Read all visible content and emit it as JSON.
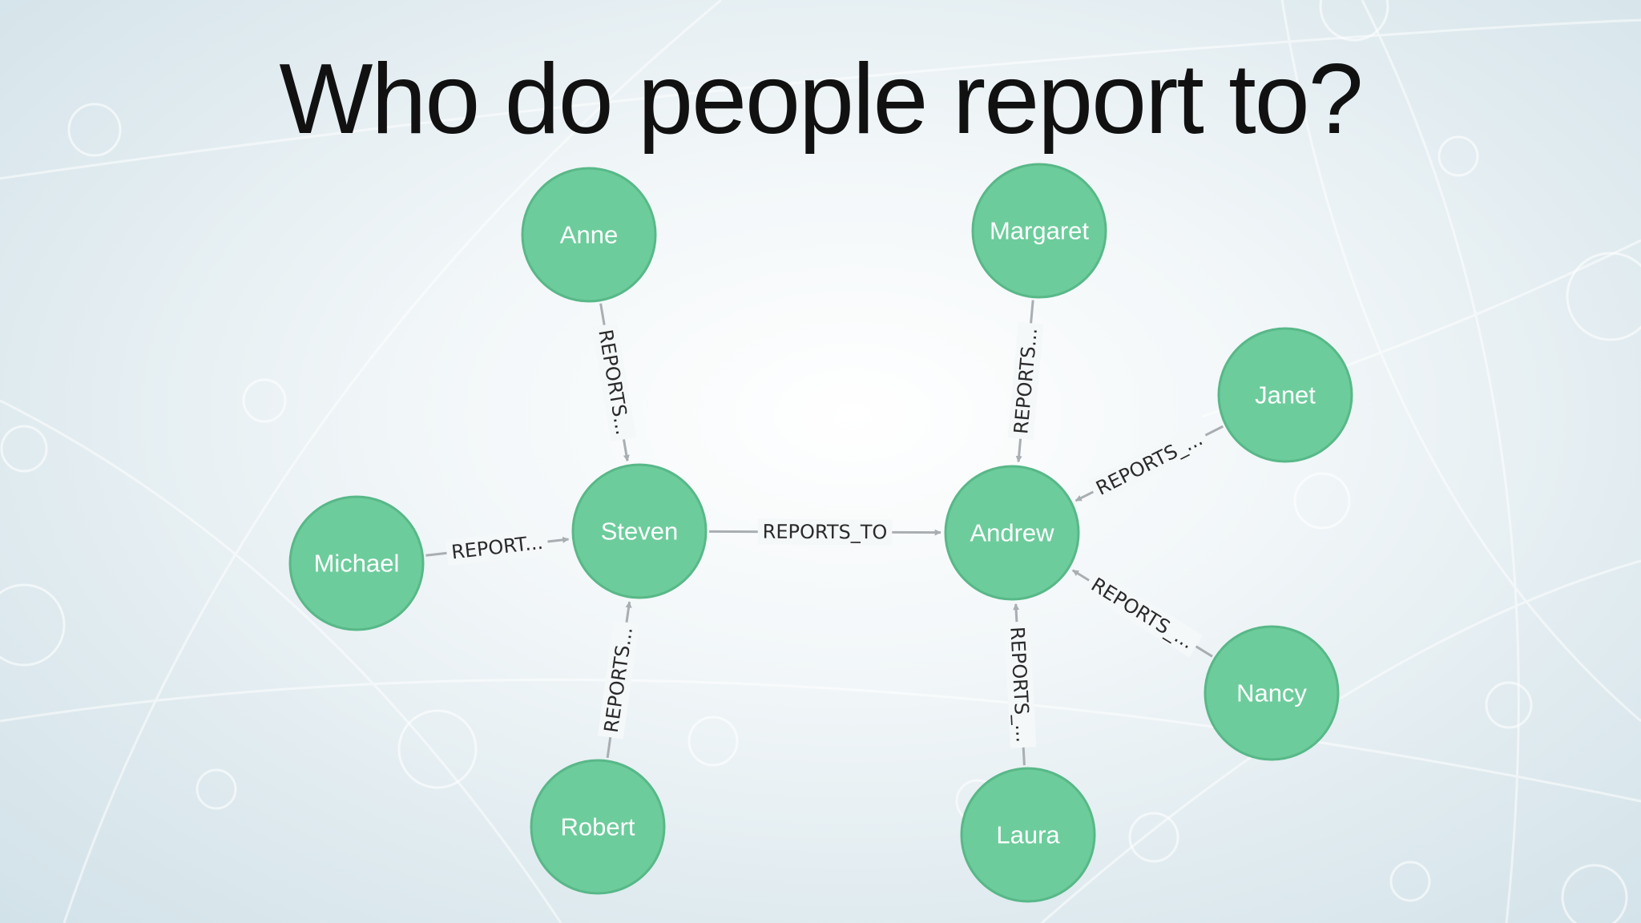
{
  "title": "Who do people report to?",
  "colors": {
    "node_fill": "#6dcc9c",
    "node_stroke": "#58b888",
    "edge": "#a9aeb2",
    "title": "#111111"
  },
  "nodes": [
    {
      "id": "anne",
      "label": "Anne"
    },
    {
      "id": "margaret",
      "label": "Margaret"
    },
    {
      "id": "janet",
      "label": "Janet"
    },
    {
      "id": "michael",
      "label": "Michael"
    },
    {
      "id": "steven",
      "label": "Steven"
    },
    {
      "id": "andrew",
      "label": "Andrew"
    },
    {
      "id": "robert",
      "label": "Robert"
    },
    {
      "id": "laura",
      "label": "Laura"
    },
    {
      "id": "nancy",
      "label": "Nancy"
    }
  ],
  "edges": [
    {
      "from": "anne",
      "to": "steven",
      "label": "REPORTS..."
    },
    {
      "from": "michael",
      "to": "steven",
      "label": "REPORT..."
    },
    {
      "from": "robert",
      "to": "steven",
      "label": "REPORTS..."
    },
    {
      "from": "steven",
      "to": "andrew",
      "label": "REPORTS_TO"
    },
    {
      "from": "margaret",
      "to": "andrew",
      "label": "REPORTS..."
    },
    {
      "from": "janet",
      "to": "andrew",
      "label": "REPORTS_..."
    },
    {
      "from": "nancy",
      "to": "andrew",
      "label": "REPORTS_..."
    },
    {
      "from": "laura",
      "to": "andrew",
      "label": "REPORTS_..."
    }
  ]
}
